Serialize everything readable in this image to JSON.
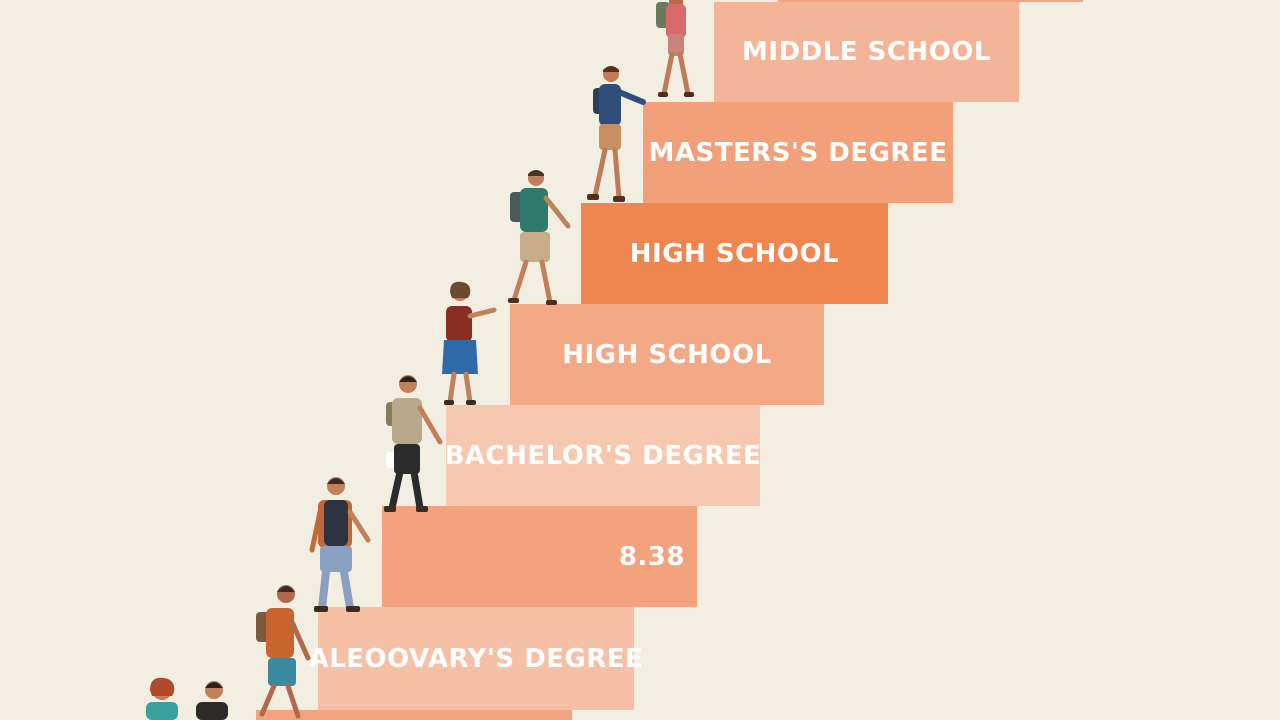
{
  "steps": [
    {
      "label": "",
      "color": "#f4a381"
    },
    {
      "label": "MIDDLE SCHOOL",
      "color": "#f4b497"
    },
    {
      "label": "MASTERS'S DEGREE",
      "color": "#f2a07a"
    },
    {
      "label": "HIGH SCHOOL",
      "color": "#ef8650"
    },
    {
      "label": "HIGH SCHOOL",
      "color": "#f3a986"
    },
    {
      "label": "BACHELOR'S DEGREE",
      "color": "#f7c8b0"
    },
    {
      "label": "8.38",
      "color": "#f4a27d"
    },
    {
      "label": "ALEOOVARY'S DEGREE",
      "color": "#f6c0a6"
    },
    {
      "label": "",
      "color": "#f4a381"
    }
  ],
  "figures": [
    {
      "name": "climber-10",
      "shirt": "#d96a6a",
      "pants": "#c9837a",
      "skin": "#b56a4a",
      "hair": "#3b2a22",
      "bag": "#6b7a5a"
    },
    {
      "name": "climber-9",
      "shirt": "#2f4f7a",
      "pants": "#c89060",
      "skin": "#c07a55",
      "hair": "#5a2e1e",
      "bag": "#2c3e5c"
    },
    {
      "name": "climber-8",
      "shirt": "#2f7a6a",
      "pants": "#c8ac8a",
      "skin": "#c0805a",
      "hair": "#4a3020",
      "bag": "#4a5a5a"
    },
    {
      "name": "climber-7",
      "shirt": "#8a2e22",
      "pants": "#2f6aa8",
      "skin": "#c0805a",
      "hair": "#6b4a30",
      "bag": "#8a2e22"
    },
    {
      "name": "climber-6",
      "shirt": "#b8a98a",
      "pants": "#2b2b2b",
      "skin": "#c0805a",
      "hair": "#2a2420",
      "bag": "#8a7a5a"
    },
    {
      "name": "climber-5",
      "shirt": "#2d3340",
      "pants": "#8aa0c0",
      "skin": "#c0805a",
      "hair": "#3a2a20",
      "bag": "#c06a3a"
    },
    {
      "name": "climber-4",
      "shirt": "#c9642e",
      "pants": "#3a8aa0",
      "skin": "#b06a4a",
      "hair": "#3a2a20",
      "bag": "#7a5a3a"
    },
    {
      "name": "climber-3",
      "shirt": "#3aa0a0",
      "pants": "#3a3a3a",
      "skin": "#c0805a",
      "hair": "#b04a2a",
      "bag": "#3a6a6a"
    },
    {
      "name": "climber-2",
      "shirt": "#2d2a2a",
      "pants": "#3a3a3a",
      "skin": "#c0805a",
      "hair": "#2a2420",
      "bag": "#3a3a3a"
    }
  ]
}
